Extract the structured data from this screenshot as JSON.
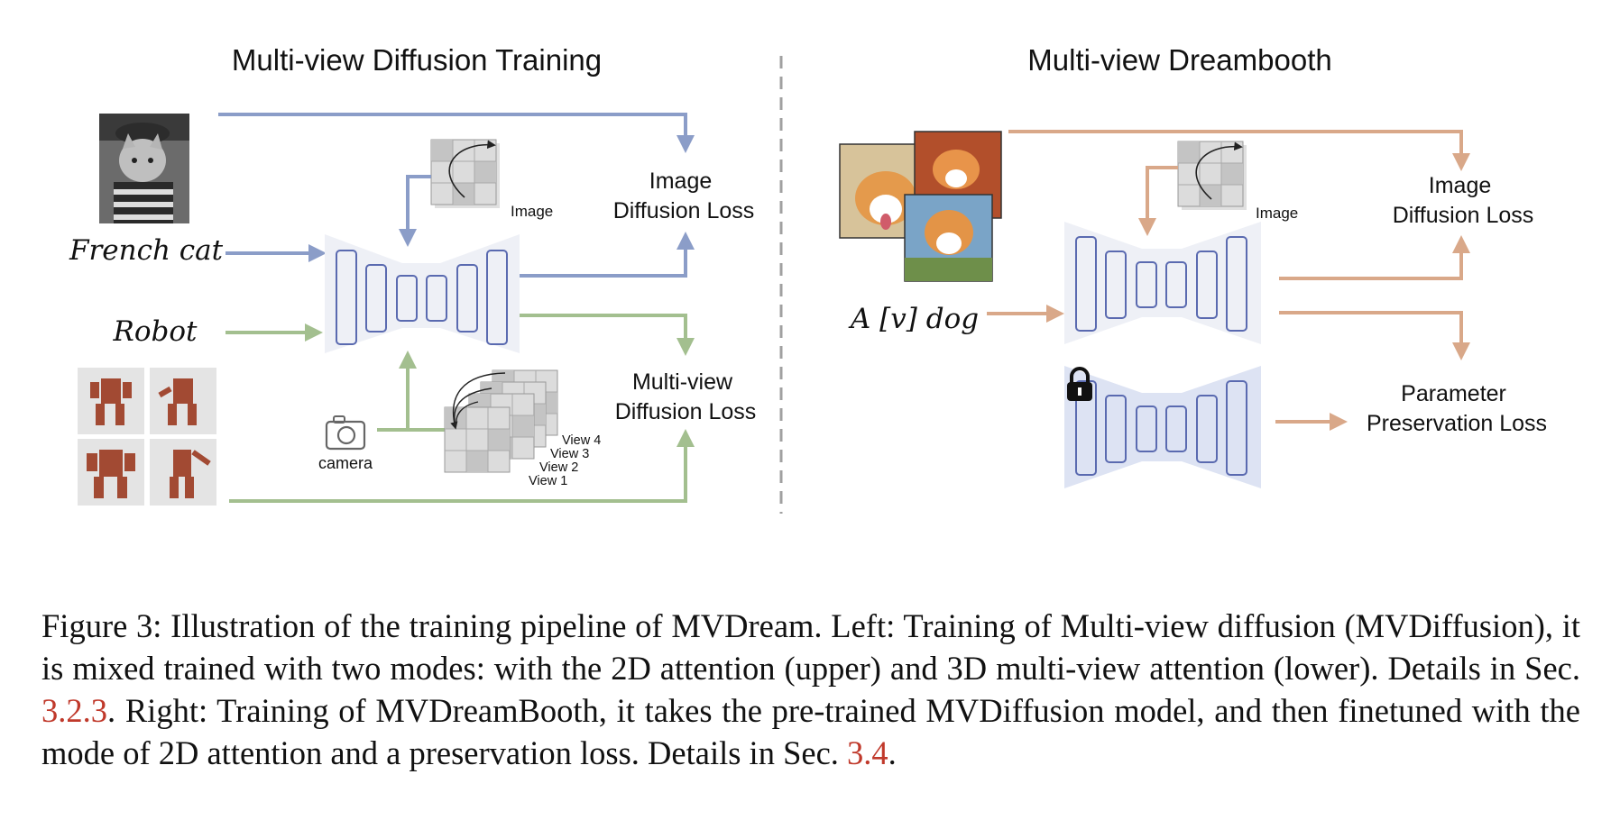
{
  "figure": {
    "left_title": "Multi-view Diffusion Training",
    "right_title": "Multi-view Dreambooth",
    "left": {
      "prompt_1": "French cat",
      "prompt_2": "Robot",
      "image_label": "Image",
      "loss_1": [
        "Image",
        "Diffusion Loss"
      ],
      "loss_2": [
        "Multi-view",
        "Diffusion Loss"
      ],
      "camera_label": "camera",
      "view_labels": [
        "View 4",
        "View 3",
        "View 2",
        "View 1"
      ]
    },
    "right": {
      "prompt": "A [v] dog",
      "image_label": "Image",
      "loss_1": [
        "Image",
        "Diffusion Loss"
      ],
      "loss_2": [
        "Parameter",
        "Preservation Loss"
      ]
    },
    "colors": {
      "blue": "#8b9dc8",
      "green": "#a3bf8f",
      "orange": "#d9a889",
      "unet_fill": "#eef0f6",
      "unet_frozen_fill": "#dde3f3",
      "unet_block": "#5a6ab0",
      "divider": "#a0a0a0"
    }
  },
  "caption": {
    "prefix": "Figure 3: Illustration of the training pipeline of MVDream. Left: Training of Multi-view diffusion (MVDiffusion), it is mixed trained with two modes: with the 2D attention (upper) and 3D multi-view attention (lower). Details in Sec. ",
    "ref_1": "3.2.3",
    "middle": ". Right: Training of MVDreamBooth, it takes the pre-trained MVDiffusion model, and then finetuned with the mode of 2D attention and a preservation loss. Details in Sec. ",
    "ref_2": "3.4",
    "suffix": "."
  }
}
